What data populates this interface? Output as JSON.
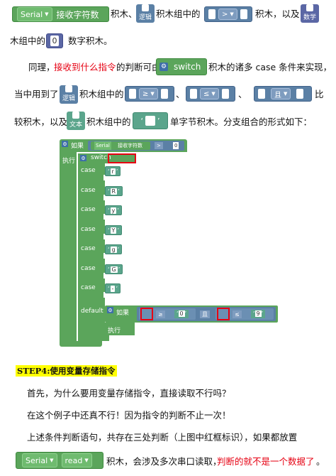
{
  "para1": {
    "serial_block": "Serial",
    "receive_block": "接收字符数",
    "text_a": "积木、",
    "logic_icon_label": "逻辑",
    "text_b": "积木组中的",
    "compare_op": ">",
    "text_c": "积木，以及",
    "math_icon_label": "数学",
    "text_d": "木组中的",
    "zero_value": "0",
    "text_e": "数字积木。"
  },
  "para2": {
    "lead": "同理，",
    "highlight": "接收到什么指令",
    "text_a": "的判断可由",
    "switch_block": "switch",
    "text_b": "积木的诸多 case 条件来实现，",
    "text_c": "当中用到了",
    "logic_icon_label": "逻辑",
    "text_d": "积木组中的",
    "op_ge": "≥",
    "op_le": "≤",
    "op_and": "且",
    "sep1": "、",
    "sep2": "、",
    "text_e": "比",
    "text_f": "较积木，以及",
    "text_icon_label": "文本",
    "text_g": "积木组中的",
    "text_h": "单字节积木。分支组合的形式如下："
  },
  "program": {
    "if_label": "如果",
    "then_label": "执行",
    "serial": "Serial",
    "receive": "接收字符数",
    "gt": ">",
    "zero": "0",
    "switch": "switch",
    "case_label": "case",
    "cases": [
      "r",
      "R",
      "y",
      "Y",
      "g",
      "G",
      "-"
    ],
    "default_label": "default",
    "inner_if": "如果",
    "inner_then": "执行",
    "ge": "≥",
    "ge_value": "0",
    "and": "且",
    "le": "≤",
    "le_value": "9"
  },
  "step4": {
    "title": "STEP4:使用变量存储指令",
    "p1": "首先，为什么要用变量存储指令，直接读取不行吗？",
    "p2": "在这个例子中还真不行！因为指令的判断不止一次！",
    "p3": "上述条件判断语句，共存在三处判断（上图中红框标识），如果都放置",
    "serial_block": "Serial",
    "read_block": "read",
    "p4_a": "积木，会涉及多次串口读取，",
    "p4_red": "判断的就不是一个数据了",
    "p4_b": "。"
  }
}
